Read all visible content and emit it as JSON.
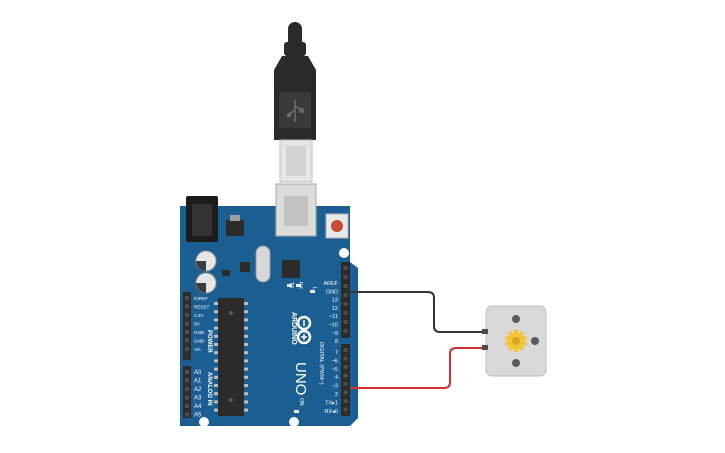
{
  "board": {
    "brand": "ARDUINO",
    "model": "UNO",
    "power_header_title": "POWER",
    "analog_header_title": "ANALOG IN",
    "digital_header_title": "DIGITAL (PWM~)",
    "on_label": "ON",
    "tx_label": "TX",
    "rx_label": "RX",
    "l_label": "L",
    "power_pins": [
      "IOREF",
      "RESET",
      "3.3V",
      "5V",
      "GND",
      "GND",
      "Vin"
    ],
    "analog_pins": [
      "A0",
      "A1",
      "A2",
      "A3",
      "A4",
      "A5"
    ],
    "digital_upper": [
      "AREF",
      "GND",
      "13",
      "12",
      "~11",
      "~10",
      "~9",
      "8"
    ],
    "digital_lower": [
      "7",
      "~6",
      "~5",
      "4",
      "~3",
      "2",
      "TX▸1",
      "RX◂0"
    ],
    "board_color": "#1b5f92",
    "header_color": "#2b2b2b"
  },
  "wires": [
    {
      "from": "GND",
      "to": "motor-terminal-1",
      "color": "#333333"
    },
    {
      "from": "~3",
      "to": "motor-terminal-2",
      "color": "#d32f2f"
    }
  ],
  "motor": {
    "body_color": "#d9d9d9",
    "gear_color": "#f2c531"
  },
  "usb": {
    "plug_color": "#2a2a2a",
    "connector_color": "#d4d4d4"
  }
}
